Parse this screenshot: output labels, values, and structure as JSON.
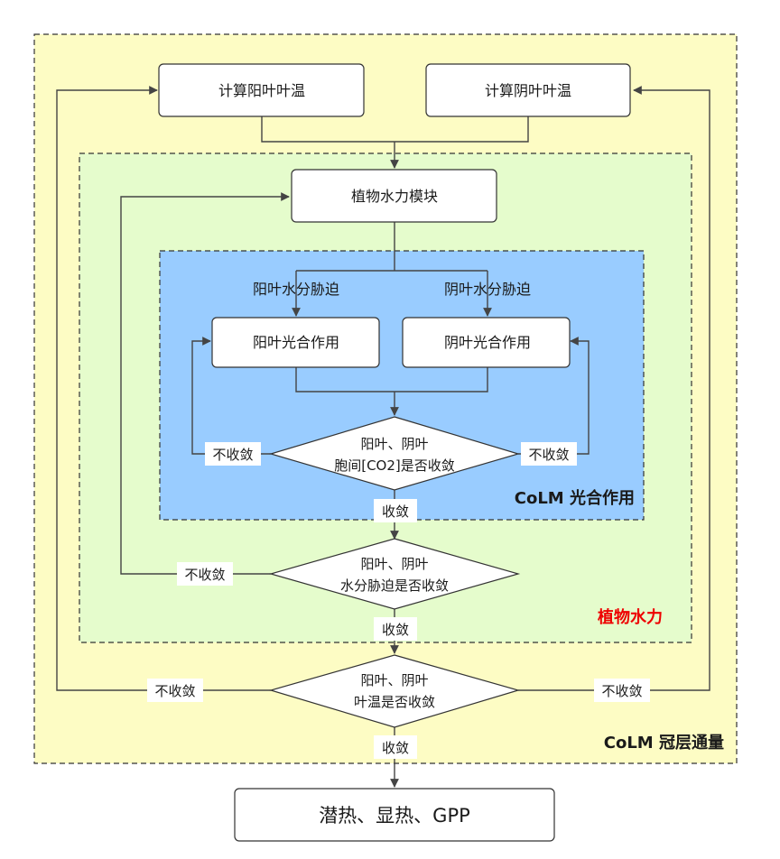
{
  "regions": {
    "canopy_label": "CoLM 冠层通量",
    "hydraulics_label": "植物水力",
    "photosynthesis_label": "CoLM 光合作用"
  },
  "nodes": {
    "calc_sun_leaf_temp": "计算阳叶叶温",
    "calc_shade_leaf_temp": "计算阴叶叶温",
    "plant_hydraulics_module": "植物水力模块",
    "sun_leaf_water_stress": "阳叶水分胁迫",
    "shade_leaf_water_stress": "阴叶水分胁迫",
    "sun_leaf_photosynthesis": "阳叶光合作用",
    "shade_leaf_photosynthesis": "阴叶光合作用",
    "final_output": "潜热、显热、GPP"
  },
  "decisions": {
    "co2_converged": [
      "阳叶、阴叶",
      "胞间[CO2]是否收敛"
    ],
    "water_stress_converged": [
      "阳叶、阴叶",
      "水分胁迫是否收敛"
    ],
    "leaf_temp_converged": [
      "阳叶、阴叶",
      "叶温是否收敛"
    ]
  },
  "edge_labels": {
    "converged": "收敛",
    "not_converged": "不收敛"
  },
  "colors": {
    "canopy_fill": "#fdfcc4",
    "hydraulics_fill": "#e5fccc",
    "photosynthesis_fill": "#99ccff",
    "hydraulics_label_color": "#ee0000",
    "line": "#444444"
  }
}
